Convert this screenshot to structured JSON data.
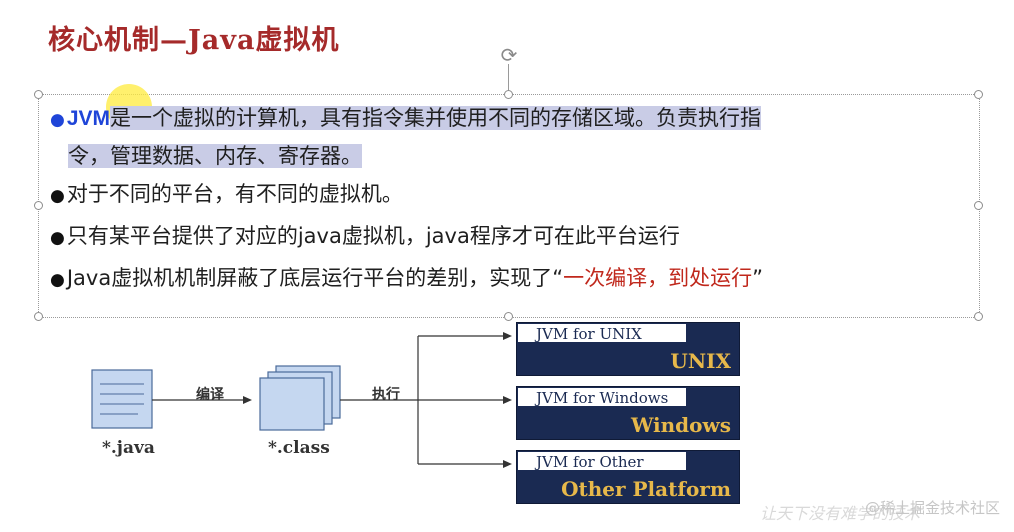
{
  "slide": {
    "title": "核心机制—Java虚拟机"
  },
  "bullets": {
    "b1_jvm": "JVM",
    "b1_text1": "是一个虚拟的计算机，具有指令集并使用不同的存储区域。负责执行指",
    "b1_text2": "令，管理数据、内存、寄存器。",
    "b2": "对于不同的平台，有不同的虚拟机。",
    "b3": "只有某平台提供了对应的java虚拟机，java程序才可在此平台运行",
    "b4_text": "Java虚拟机机制屏蔽了底层运行平台的差别，实现了“",
    "b4_quote": "一次编译，到处运行",
    "b4_end": "”"
  },
  "diagram": {
    "java_label": "*.java",
    "class_label": "*.class",
    "compile_label": "编译",
    "execute_label": "执行",
    "jvms": [
      {
        "tab": "JVM for UNIX",
        "os": "UNIX"
      },
      {
        "tab": "JVM for Windows",
        "os": "Windows"
      },
      {
        "tab": "JVM for Other",
        "os": "Other Platform"
      }
    ]
  },
  "overlay": {
    "watermark": "@稀土掘金技术社区",
    "signature": "让天下没有难学的技术"
  },
  "colors": {
    "title": "#a52a2a",
    "jvm_blue": "#1f45d8",
    "highlight": "#c9cce6",
    "quote_red": "#c0281c",
    "jvm_box": "#1a2a52",
    "jvm_os_text": "#e7b84a"
  }
}
